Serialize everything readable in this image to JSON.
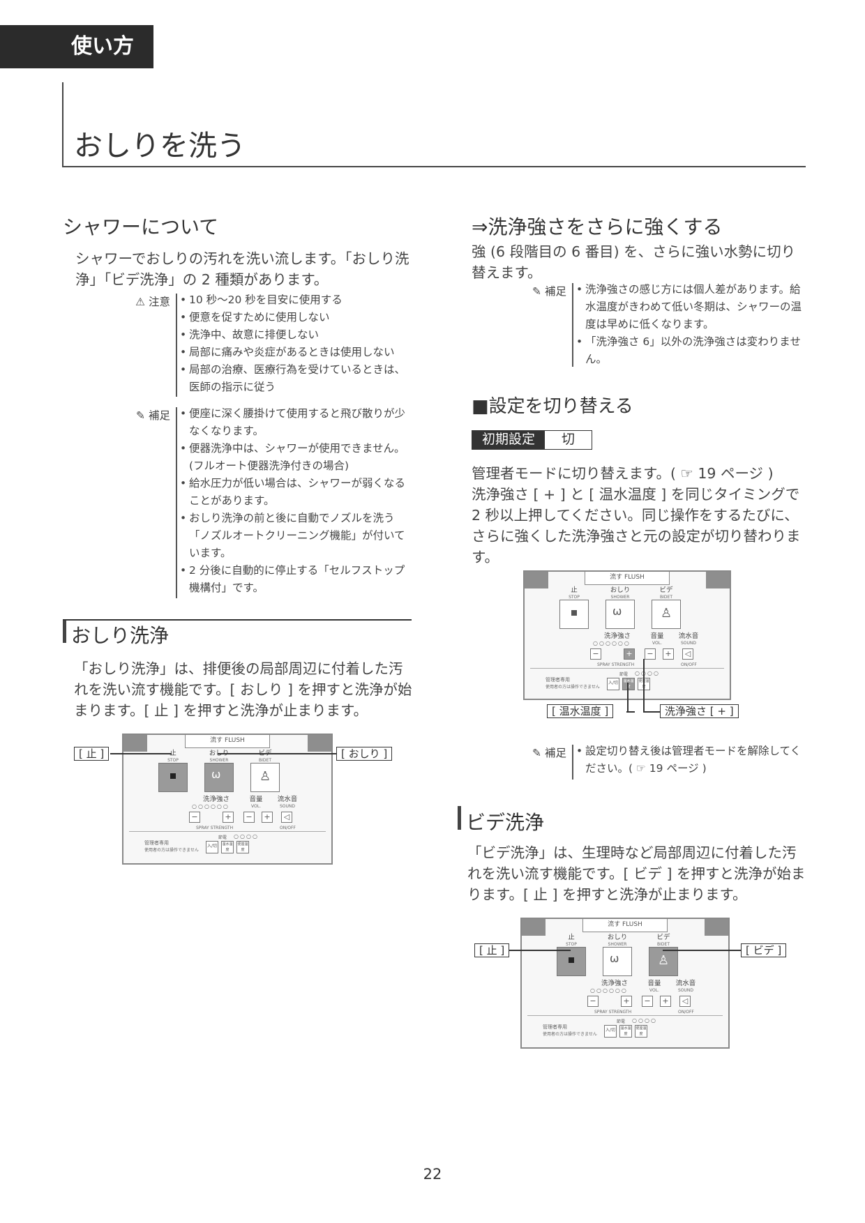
{
  "header": {
    "tab_label": "使い方",
    "page_title": "おしりを洗う"
  },
  "shower": {
    "heading": "シャワーについて",
    "body": "シャワーでおしりの汚れを洗い流します。「おしり洗浄」「ビデ洗浄」の 2 種類があります。",
    "caution_label": "注意",
    "caution_items": [
      "10 秒〜20 秒を目安に使用する",
      "便意を促すために使用しない",
      "洗浄中、故意に排便しない",
      "局部に痛みや炎症があるときは使用しない",
      "局部の治療、医療行為を受けているときは、医師の指示に従う"
    ],
    "note_label": "補足",
    "note_items": [
      "便座に深く腰掛けて使用すると飛び散りが少なくなります。",
      "便器洗浄中は、シャワーが使用できません。(フルオート便器洗浄付きの場合)",
      "給水圧力が低い場合は、シャワーが弱くなることがあります。",
      "おしり洗浄の前と後に自動でノズルを洗う「ノズルオートクリーニング機能」が付いています。",
      "2 分後に自動的に停止する「セルフストップ機構付」です。"
    ]
  },
  "oshiri": {
    "heading": "おしり洗浄",
    "body": "「おしり洗浄」は、排便後の局部周辺に付着した汚れを洗い流す機能です。[ おしり ] を押すと洗浄が始まります。[ 止 ] を押すと洗浄が止まります。",
    "callout_stop": "[ 止 ]",
    "callout_oshiri": "[ おしり ]"
  },
  "stronger": {
    "heading": "⇒洗浄強さをさらに強くする",
    "body": "強 (6 段階目の 6 番目) を、さらに強い水勢に切り替えます。",
    "note_label": "補足",
    "note_items": [
      "洗浄強さの感じ方には個人差があります。給水温度がきわめて低い冬期は、シャワーの温度は早めに低くなります。",
      "「洗浄強さ 6」以外の洗浄強さは変わりません。"
    ]
  },
  "setting": {
    "heading": "■設定を切り替える",
    "badge_label": "初期設定",
    "badge_value": "切",
    "body": "管理者モードに切り替えます。( ☞ 19 ページ )\n洗浄強さ [ + ] と [ 温水温度 ] を同じタイミングで 2 秒以上押してください。同じ操作をするたびに、さらに強くした洗浄強さと元の設定が切り替わります。",
    "callout_temp": "[ 温水温度 ]",
    "callout_strength": "洗浄強さ [ + ]",
    "note_label": "補足",
    "note_items": [
      "設定切り替え後は管理者モードを解除してください。( ☞ 19 ページ )"
    ]
  },
  "bidet": {
    "heading": "ビデ洗浄",
    "body": "「ビデ洗浄」は、生理時など局部周辺に付着した汚れを洗い流す機能です。[ ビデ ] を押すと洗浄が始まります。[ 止 ] を押すと洗浄が止まります。",
    "callout_stop": "[ 止 ]",
    "callout_bidet": "[ ビデ ]"
  },
  "panel_labels": {
    "flush": "流す FLUSH",
    "stop": "止",
    "stop_en": "STOP",
    "shower": "おしり",
    "shower_en": "SHOWER",
    "bidet": "ビデ",
    "bidet_en": "BIDET",
    "strength": "洗浄強さ",
    "strength_en": "SPRAY STRENGTH",
    "volume": "音量",
    "volume_en": "VOL.",
    "sound": "流水音",
    "sound_en": "SOUND",
    "onoff": "ON/OFF",
    "admin": "管理者専用",
    "admin_note": "使用者の方は操作できません",
    "power": "節電",
    "auto": "入/切",
    "water_temp": "温水温度",
    "seat_temp": "便座温度"
  },
  "footer": {
    "page_number": "22"
  }
}
